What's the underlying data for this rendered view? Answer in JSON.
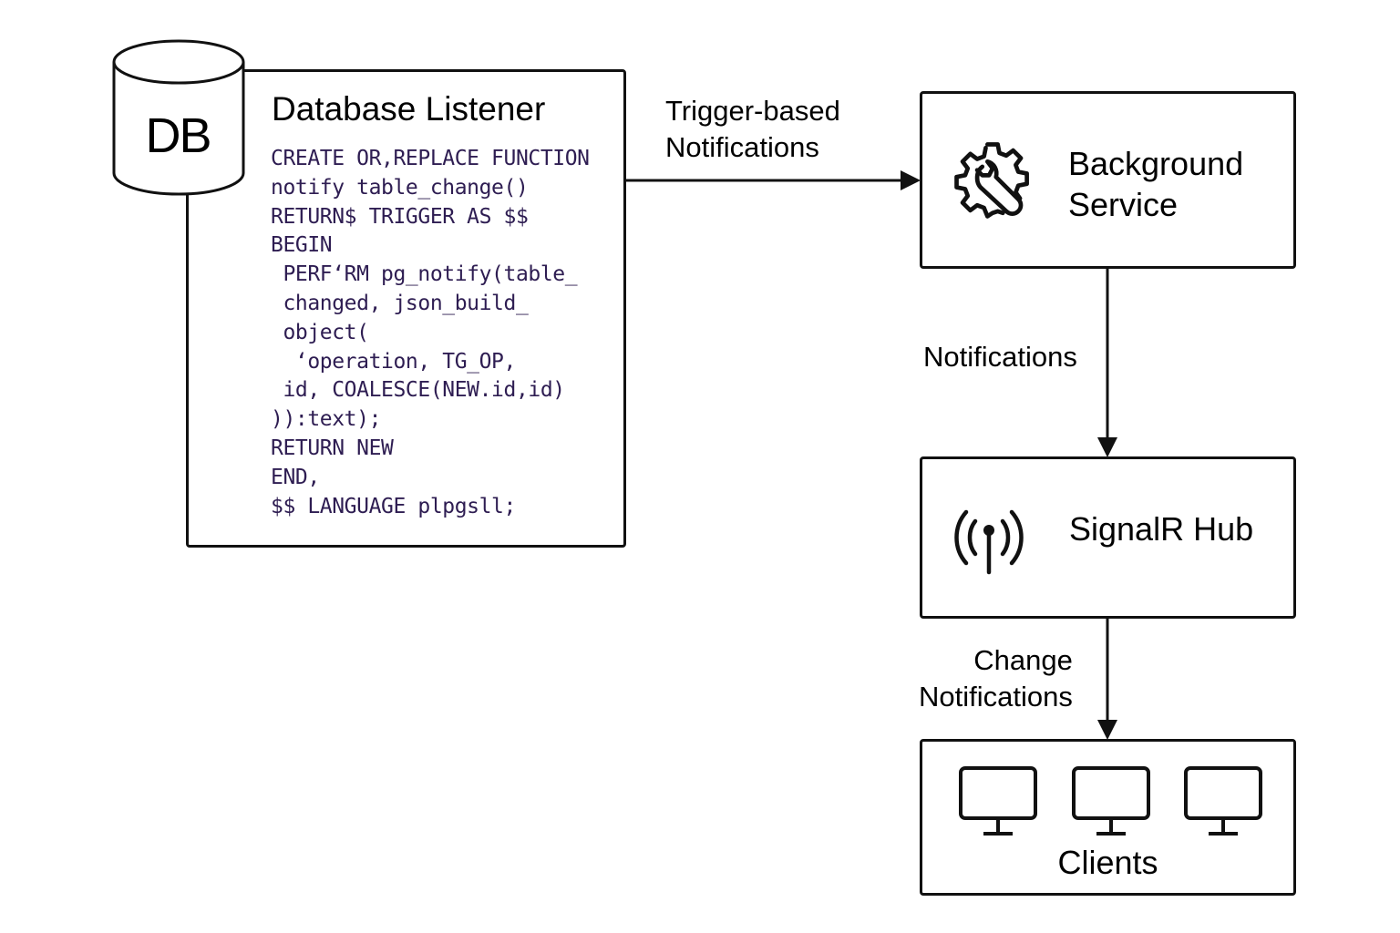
{
  "database": {
    "cylinder_label": "DB",
    "icon": "database-cylinder-icon"
  },
  "listener": {
    "title": "Database Listener",
    "code": "CREATE OR,REPLACE FUNCTION\nnotify table_change()\nRETURN$ TRIGGER AS $$\nBEGIN\n PERF‘RM pg_notify(table_\n changed, json_build_\n object(\n  ‘operation, TG_OP,\n id, COALESCE(NEW.id,id)\n)):text);\nRETURN NEW\nEND,\n$$ LANGUAGE plpgsll;"
  },
  "background_service": {
    "title": "Background\nService",
    "icon": "gear-wrench-icon"
  },
  "signalr_hub": {
    "title": "SignalR Hub",
    "icon": "broadcast-antenna-icon"
  },
  "clients": {
    "title": "Clients",
    "icon": "monitor-icon"
  },
  "edges": {
    "trigger": "Trigger-based\nNotifications",
    "notifications": "Notifications",
    "change": "Change\nNotifications"
  },
  "colors": {
    "stroke": "#111111",
    "code_text": "#2e1d52",
    "background": "#ffffff"
  }
}
